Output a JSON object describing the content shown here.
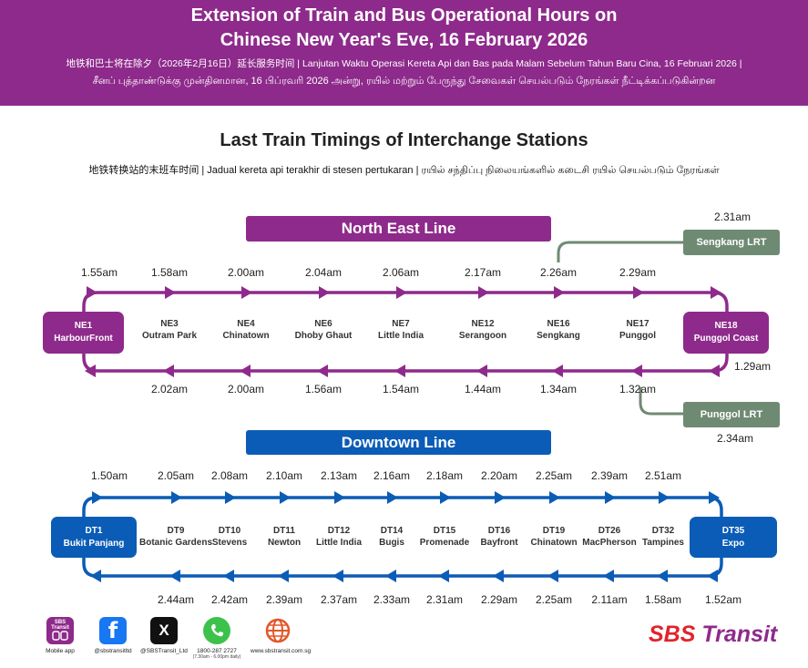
{
  "banner": {
    "title_line1": "Extension of Train and Bus Operational Hours on",
    "title_line2": "Chinese New Year's Eve, 16 February 2026",
    "subtitle_line1": "地铁和巴士将在除夕（2026年2月16日）延长服务时间 | Lanjutan Waktu Operasi Kereta Api dan Bas pada Malam Sebelum Tahun Baru Cina, 16 Februari 2026 |",
    "subtitle_line2": "சீனப் புத்தாண்டுக்கு முன்தினமான, 16 பிப்ரவரி 2026 அன்று, ரயில் மற்றும் பேருந்து சேவைகள் செயல்படும் நேரங்கள் நீட்டிக்கப்படுகின்றன"
  },
  "heading": {
    "title": "Last Train Timings of Interchange Stations",
    "subtitle": "地铁转换站的末班车时间 | Jadual kereta api terakhir di stesen pertukaran | ரயில் சந்திப்பு நிலையங்களில் கடைசி ரயில் செயல்படும் நேரங்கள்"
  },
  "colors": {
    "ne": "#8e2a8b",
    "dt": "#0b5cb6",
    "lrt": "#6f8a73",
    "brand_red": "#e2232a"
  },
  "ne": {
    "name": "North East Line",
    "start": {
      "code": "NE1",
      "name": "HarbourFront",
      "time": "1.55am"
    },
    "end": {
      "code": "NE18",
      "name": "Punggol Coast",
      "time": "1.29am"
    },
    "stations": [
      {
        "code": "NE3",
        "name": "Outram Park",
        "top": "1.58am",
        "bottom": "2.02am"
      },
      {
        "code": "NE4",
        "name": "Chinatown",
        "top": "2.00am",
        "bottom": "2.00am"
      },
      {
        "code": "NE6",
        "name": "Dhoby Ghaut",
        "top": "2.04am",
        "bottom": "1.56am"
      },
      {
        "code": "NE7",
        "name": "Little India",
        "top": "2.06am",
        "bottom": "1.54am"
      },
      {
        "code": "NE12",
        "name": "Serangoon",
        "top": "2.17am",
        "bottom": "1.44am"
      },
      {
        "code": "NE16",
        "name": "Sengkang",
        "top": "2.26am",
        "bottom": "1.34am"
      },
      {
        "code": "NE17",
        "name": "Punggol",
        "top": "2.29am",
        "bottom": "1.32am"
      }
    ],
    "sengkang_lrt": {
      "label": "Sengkang LRT",
      "time": "2.31am"
    },
    "punggol_lrt": {
      "label": "Punggol LRT",
      "time": "2.34am"
    }
  },
  "dt": {
    "name": "Downtown Line",
    "start": {
      "code": "DT1",
      "name": "Bukit Panjang",
      "time": "1.50am"
    },
    "end": {
      "code": "DT35",
      "name": "Expo",
      "time": "1.52am"
    },
    "stations": [
      {
        "code": "DT9",
        "name": "Botanic Gardens",
        "top": "2.05am",
        "bottom": "2.44am"
      },
      {
        "code": "DT10",
        "name": "Stevens",
        "top": "2.08am",
        "bottom": "2.42am"
      },
      {
        "code": "DT11",
        "name": "Newton",
        "top": "2.10am",
        "bottom": "2.39am"
      },
      {
        "code": "DT12",
        "name": "Little India",
        "top": "2.13am",
        "bottom": "2.37am"
      },
      {
        "code": "DT14",
        "name": "Bugis",
        "top": "2.16am",
        "bottom": "2.33am"
      },
      {
        "code": "DT15",
        "name": "Promenade",
        "top": "2.18am",
        "bottom": "2.31am"
      },
      {
        "code": "DT16",
        "name": "Bayfront",
        "top": "2.20am",
        "bottom": "2.29am"
      },
      {
        "code": "DT19",
        "name": "Chinatown",
        "top": "2.25am",
        "bottom": "2.25am"
      },
      {
        "code": "DT26",
        "name": "MacPherson",
        "top": "2.39am",
        "bottom": "2.11am"
      },
      {
        "code": "DT32",
        "name": "Tampines",
        "top": "2.51am",
        "bottom": "1.58am"
      }
    ]
  },
  "footer": {
    "mobile": {
      "label": "Mobile app",
      "icon": "sbs-transit-app-icon",
      "badge": "SBS Transit"
    },
    "facebook": {
      "label": "@sbstransitltd",
      "icon": "facebook-icon",
      "glyph": "f"
    },
    "x": {
      "label": "@SBSTransit_Ltd",
      "icon": "x-icon",
      "glyph": "X"
    },
    "phone": {
      "label": "1800-287 2727",
      "sublabel": "(7.30am - 6.00pm daily)",
      "icon": "phone-icon"
    },
    "web": {
      "label": "www.sbstransit.com.sg",
      "icon": "globe-icon"
    },
    "logo_part1": "SBS",
    "logo_part2": "Transit"
  }
}
